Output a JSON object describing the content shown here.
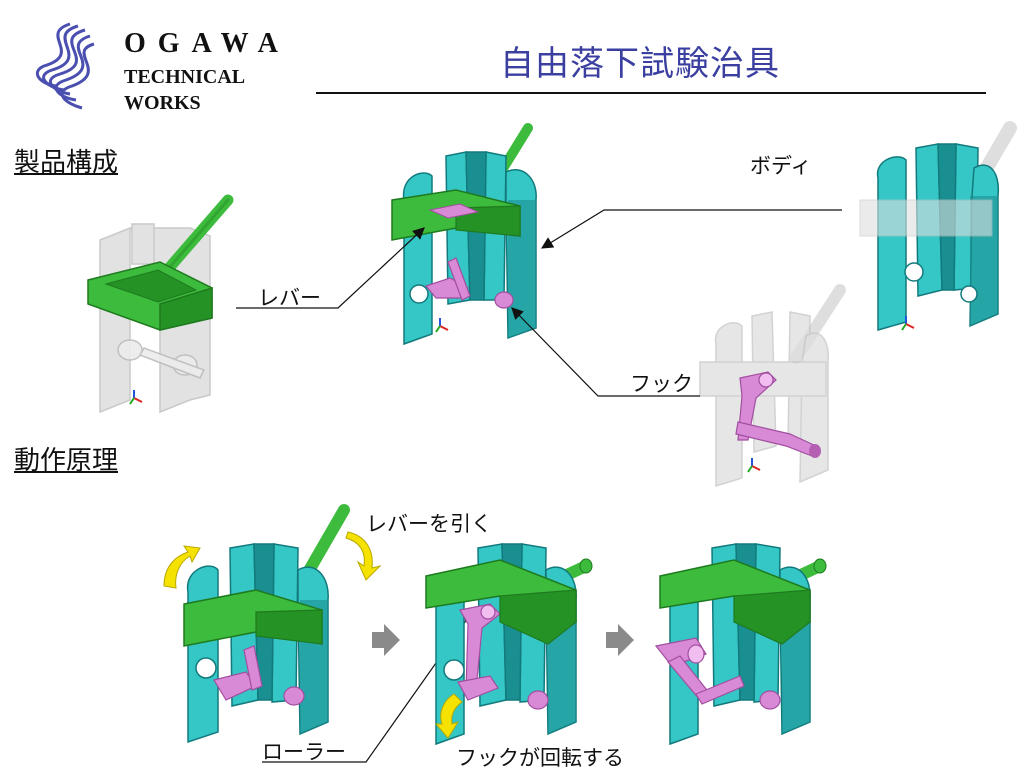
{
  "logo": {
    "line1": "OGAWA",
    "line2": "TECHNICAL",
    "line3": "WORKS",
    "wave_color": "#4a4fb0"
  },
  "title": "自由落下試験治具",
  "sections": {
    "composition": "製品構成",
    "principle": "動作原理"
  },
  "labels": {
    "body": "ボディ",
    "lever": "レバー",
    "hook": "フック",
    "pull_lever": "レバーを引く",
    "roller": "ローラー",
    "hook_rotates": "フックが回転する"
  },
  "colors": {
    "title": "#3a3fa0",
    "body_part": "#35c6c6",
    "body_dark": "#1a8f91",
    "lever_part": "#3dbb3d",
    "lever_dark": "#259225",
    "hook_part": "#d98ad6",
    "hook_dark": "#b45fb2",
    "arrow_yellow": "#f5e200",
    "step_arrow": "#8a8a8a",
    "ghost": "#dcdcdc"
  }
}
